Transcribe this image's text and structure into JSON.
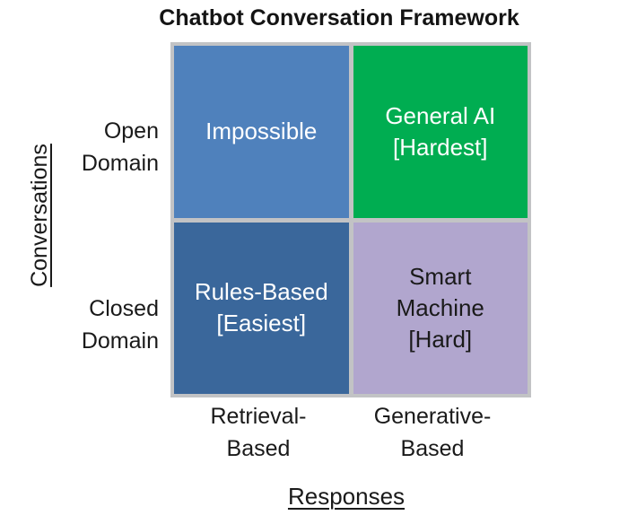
{
  "title": "Chatbot Conversation Framework",
  "axes": {
    "y": {
      "label": "Conversations",
      "row_labels": [
        "Open\nDomain",
        "Closed\nDomain"
      ]
    },
    "x": {
      "label": "Responses",
      "col_labels": [
        "Retrieval-\nBased",
        "Generative-\nBased"
      ]
    }
  },
  "quadrants": {
    "border_color": "#c2c3c5",
    "cells": [
      {
        "id": "open-domain-retrieval",
        "label": "Impossible",
        "bg": "#4f81bc",
        "text_color": "#ffffff"
      },
      {
        "id": "open-domain-generative",
        "label": "General AI\n[Hardest]",
        "bg": "#00ad51",
        "text_color": "#ffffff"
      },
      {
        "id": "closed-domain-retrieval",
        "label": "Rules-Based\n[Easiest]",
        "bg": "#3a679b",
        "text_color": "#ffffff"
      },
      {
        "id": "closed-domain-generative",
        "label": "Smart\nMachine\n[Hard]",
        "bg": "#b1a6ce",
        "text_color": "#1a1a1a"
      }
    ]
  }
}
